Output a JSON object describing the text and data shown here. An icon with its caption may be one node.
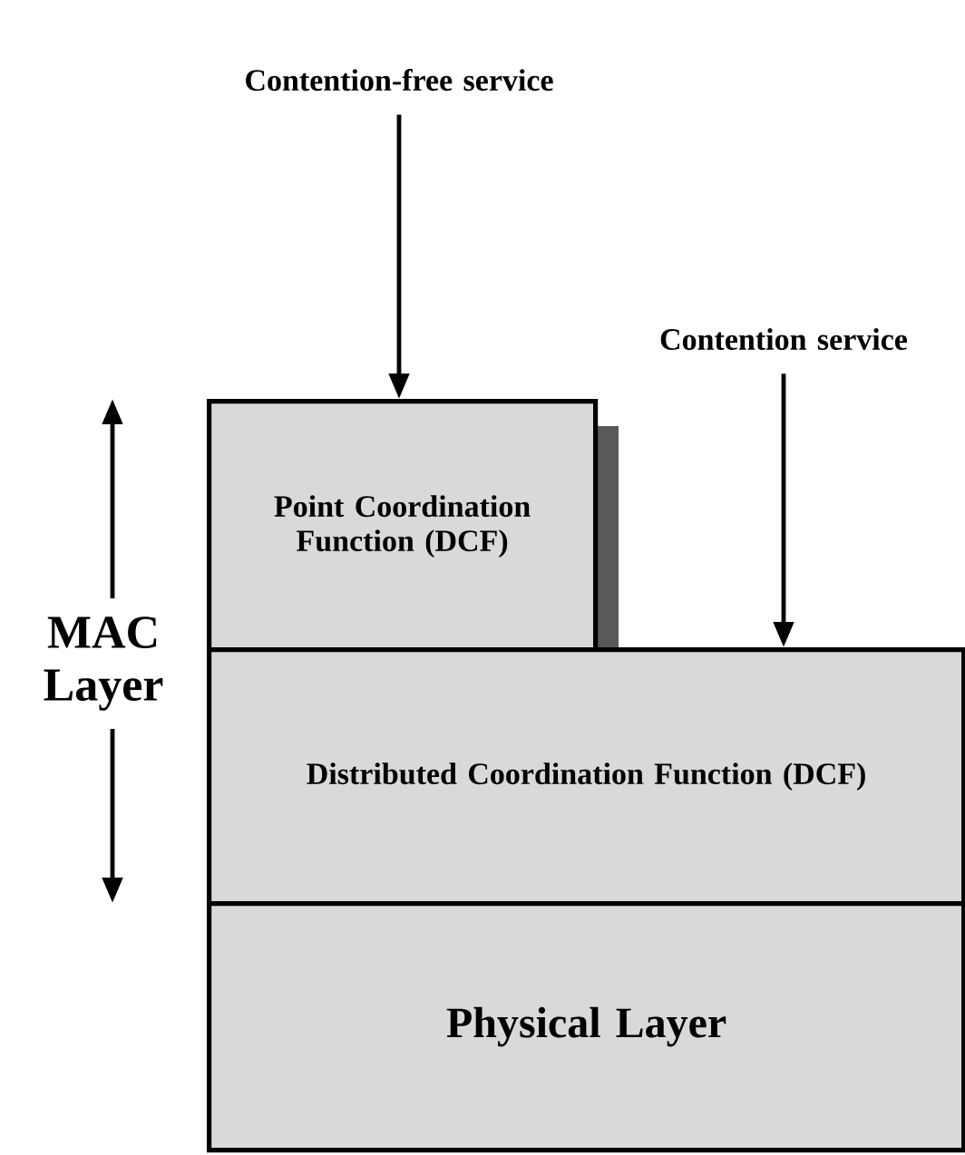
{
  "diagram": {
    "nodes": [
      {
        "text": [
          "Contention-free service"
        ]
      },
      {
        "text": [
          "Contention service"
        ]
      },
      {
        "text": [
          "Point Coordination Function (DCF)"
        ]
      },
      {
        "text": [
          "Distributed Coordination Function (DCF)"
        ]
      },
      {
        "text": [
          "Physical Layer"
        ]
      }
    ],
    "edges": [
      {
        "from": 0,
        "to": 2,
        "arrow": "to"
      },
      {
        "from": 1,
        "to": 3,
        "arrow": "to"
      }
    ],
    "labels": [
      "MAC Layer"
    ]
  }
}
